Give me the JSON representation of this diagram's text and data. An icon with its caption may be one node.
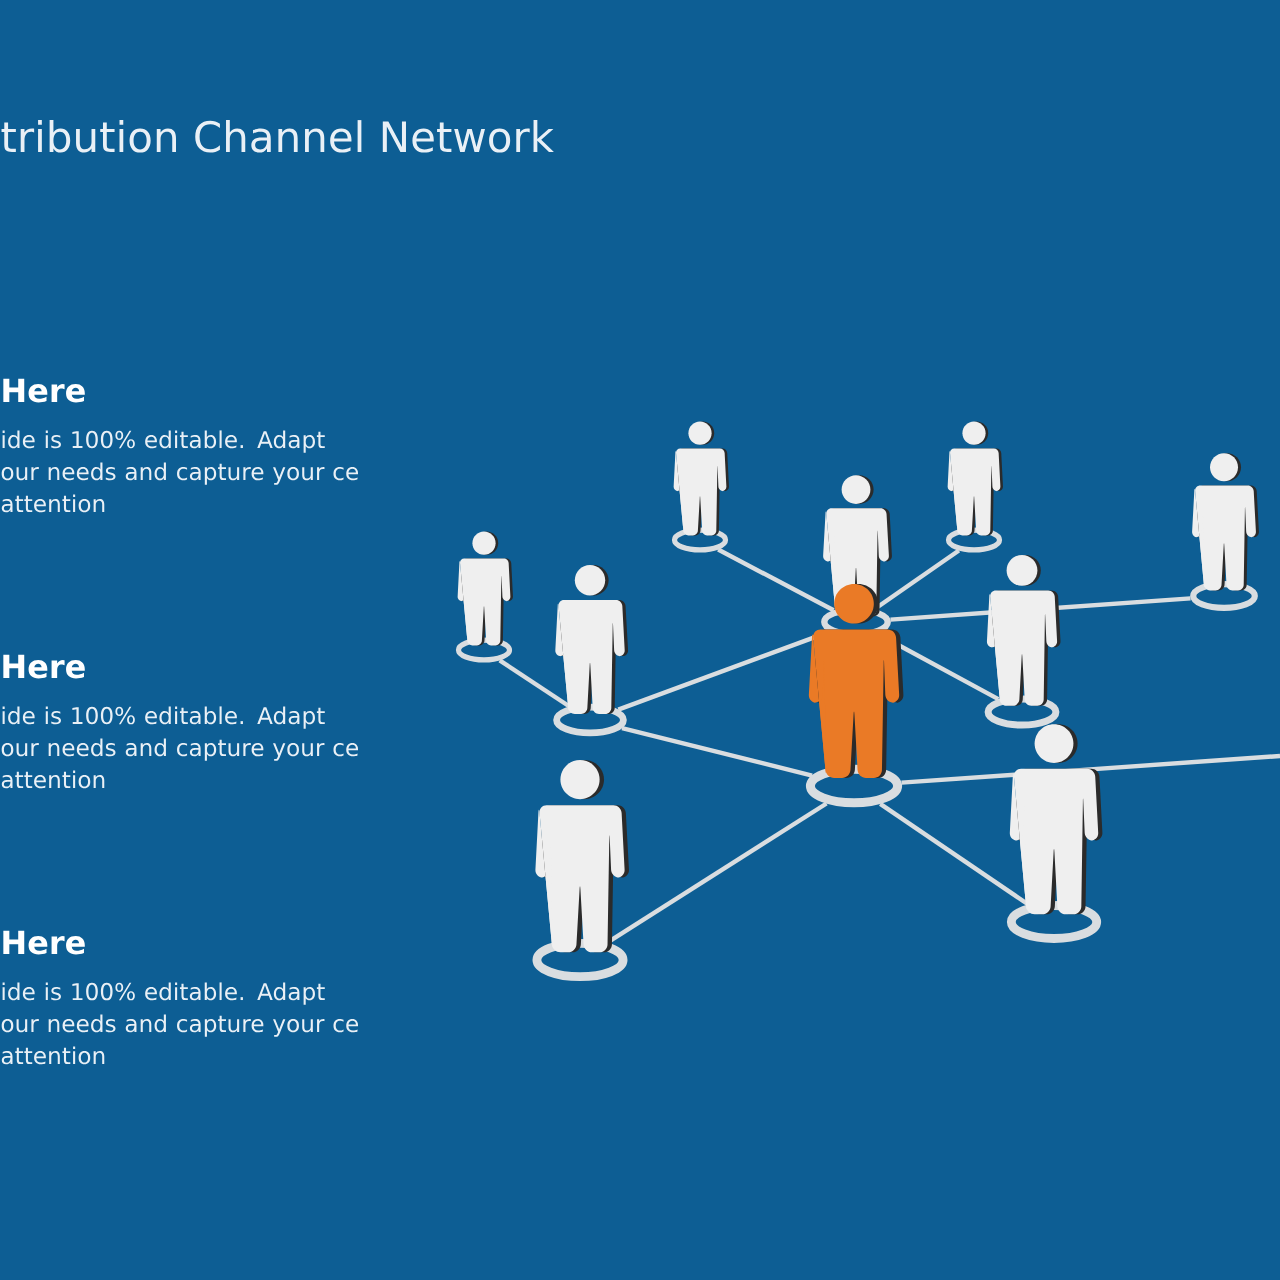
{
  "diagram": {
    "title": "tribution Channel Network",
    "nodes": [
      {
        "text": [],
        "shape": "person"
      },
      {
        "text": [],
        "shape": "person"
      },
      {
        "text": [],
        "shape": "person"
      },
      {
        "text": [],
        "shape": "person"
      },
      {
        "text": [],
        "shape": "person"
      },
      {
        "text": [],
        "shape": "person"
      },
      {
        "text": [],
        "shape": "person"
      },
      {
        "text": [],
        "shape": "person"
      },
      {
        "text": [],
        "shape": "person"
      },
      {
        "text": [],
        "shape": "person"
      }
    ],
    "edges": [
      {
        "from": 0,
        "to": 2,
        "arrow": "none"
      },
      {
        "from": 2,
        "to": 4,
        "arrow": "none"
      },
      {
        "from": 3,
        "to": 4,
        "arrow": "none"
      },
      {
        "from": 6,
        "to": 4,
        "arrow": "none"
      },
      {
        "from": 4,
        "to": 9,
        "arrow": "none"
      },
      {
        "from": 4,
        "to": 7,
        "arrow": "none"
      },
      {
        "from": 2,
        "to": 5,
        "arrow": "none"
      },
      {
        "from": 1,
        "to": 5,
        "arrow": "none"
      },
      {
        "from": 5,
        "to": 8,
        "arrow": "none"
      },
      {
        "from": 5,
        "to": null,
        "arrow": "none"
      }
    ],
    "labels": [
      "Here",
      "ide is 100% editable. Adapt our needs and capture your ce attention",
      "Here",
      "ide is 100% editable. Adapt our needs and capture your ce attention",
      "Here",
      "ide is 100% editable. Adapt our needs and capture your ce attention"
    ]
  }
}
